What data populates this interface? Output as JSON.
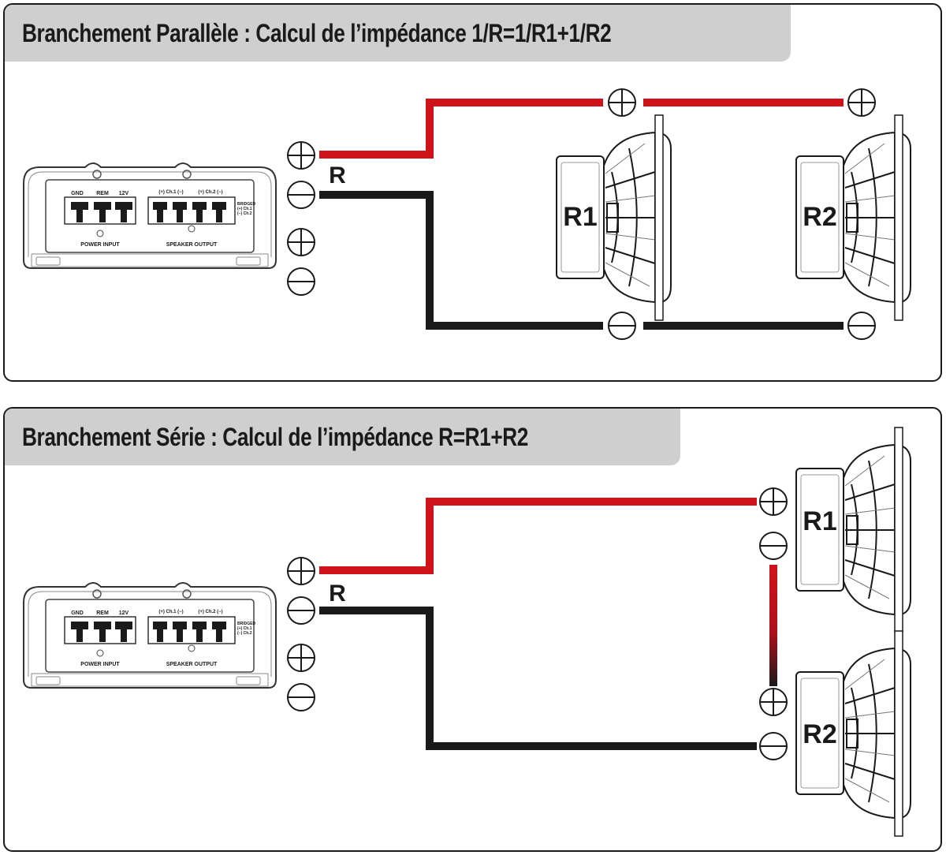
{
  "parallel": {
    "title": "Branchement Parallèle : Calcul de l’impédance  1/R=1/R1+1/R2",
    "load_label": "R",
    "speaker1_label": "R1",
    "speaker2_label": "R2"
  },
  "series": {
    "title": "Branchement Série : Calcul de l’impédance  R=R1+R2",
    "load_label": "R",
    "speaker1_label": "R1",
    "speaker2_label": "R2"
  },
  "amplifier": {
    "gnd": "GND",
    "rem": "REM",
    "v12": "12V",
    "power_input": "POWER INPUT",
    "speaker_output": "SPEAKER OUTPUT",
    "ch1": "(+) Ch.1 (−)",
    "ch2": "(+) Ch.2 (−)",
    "bridged": "BRIDGED",
    "bridged_ch1": "(+) Ch.1",
    "bridged_ch2": "(−) Ch.2"
  },
  "colors": {
    "positive_wire": "#d0121b",
    "negative_wire": "#1a1a1a",
    "title_tab": "#cfcfcf"
  }
}
